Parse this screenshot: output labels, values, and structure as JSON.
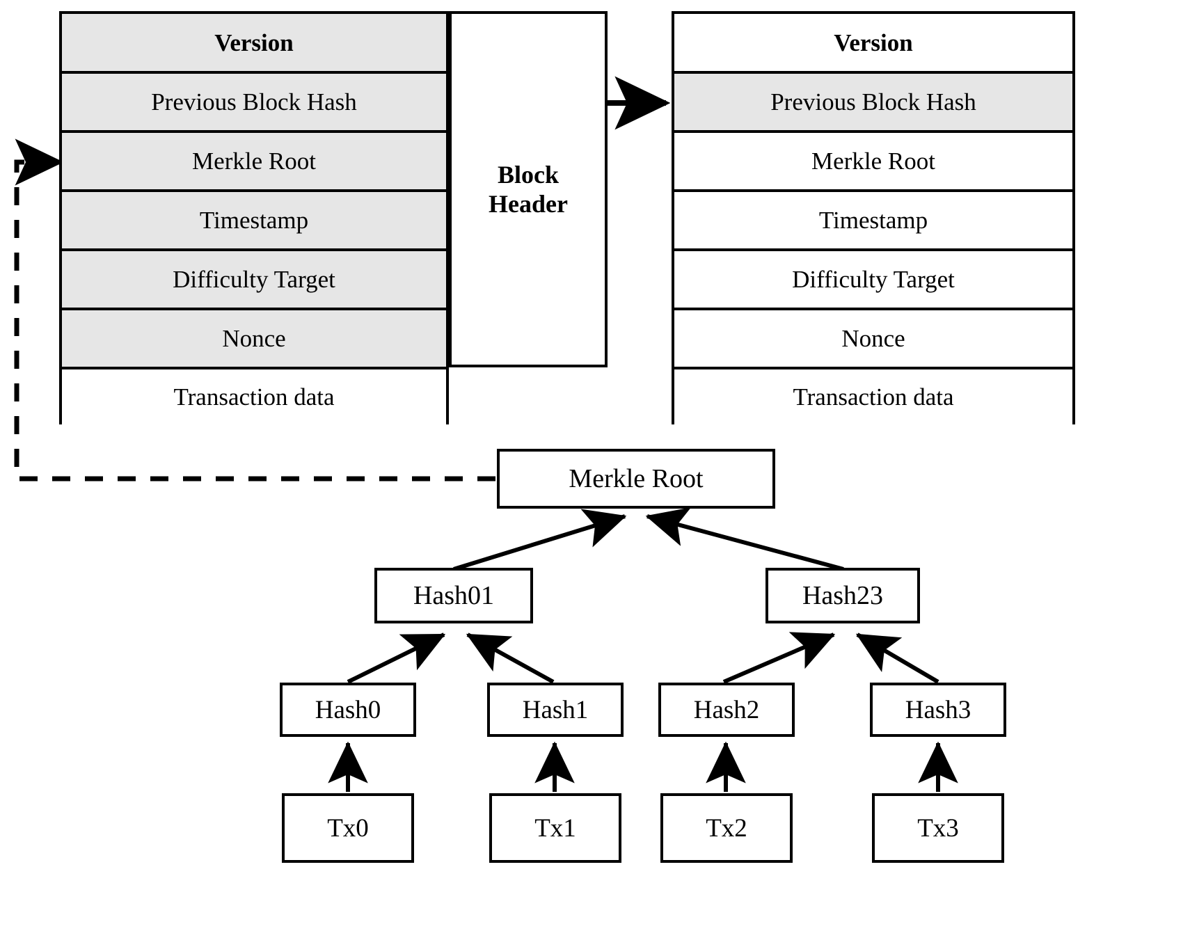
{
  "diagram": {
    "title": "Blockchain block header and Merkle tree structure",
    "type": "diagram"
  },
  "blocks": {
    "header_label": "Block\nHeader",
    "header_label_line1": "Block",
    "header_label_line2": "Header",
    "left_block": {
      "name": "previous-block",
      "rows": [
        {
          "label": "Version",
          "shaded": true,
          "bold": true
        },
        {
          "label": "Previous Block Hash",
          "shaded": true,
          "bold": false
        },
        {
          "label": "Merkle Root",
          "shaded": true,
          "bold": false
        },
        {
          "label": "Timestamp",
          "shaded": true,
          "bold": false
        },
        {
          "label": "Difficulty Target",
          "shaded": true,
          "bold": false
        },
        {
          "label": "Nonce",
          "shaded": true,
          "bold": false
        },
        {
          "label": "Transaction data",
          "shaded": false,
          "bold": false
        }
      ]
    },
    "right_block": {
      "name": "next-block",
      "rows": [
        {
          "label": "Version",
          "shaded": false,
          "bold": true
        },
        {
          "label": "Previous Block Hash",
          "shaded": true,
          "bold": false
        },
        {
          "label": "Merkle Root",
          "shaded": false,
          "bold": false
        },
        {
          "label": "Timestamp",
          "shaded": false,
          "bold": false
        },
        {
          "label": "Difficulty Target",
          "shaded": false,
          "bold": false
        },
        {
          "label": "Nonce",
          "shaded": false,
          "bold": false
        },
        {
          "label": "Transaction data",
          "shaded": false,
          "bold": false
        }
      ]
    }
  },
  "merkle_tree": {
    "root": {
      "label": "Merkle Root"
    },
    "level2": [
      {
        "label": "Hash01"
      },
      {
        "label": "Hash23"
      }
    ],
    "level1": [
      {
        "label": "Hash0"
      },
      {
        "label": "Hash1"
      },
      {
        "label": "Hash2"
      },
      {
        "label": "Hash3"
      }
    ],
    "transactions": [
      {
        "label": "Tx0"
      },
      {
        "label": "Tx1"
      },
      {
        "label": "Tx2"
      },
      {
        "label": "Tx3"
      }
    ]
  },
  "colors": {
    "shaded_row": "#e6e6e6",
    "stroke": "#000000",
    "background": "#ffffff"
  }
}
